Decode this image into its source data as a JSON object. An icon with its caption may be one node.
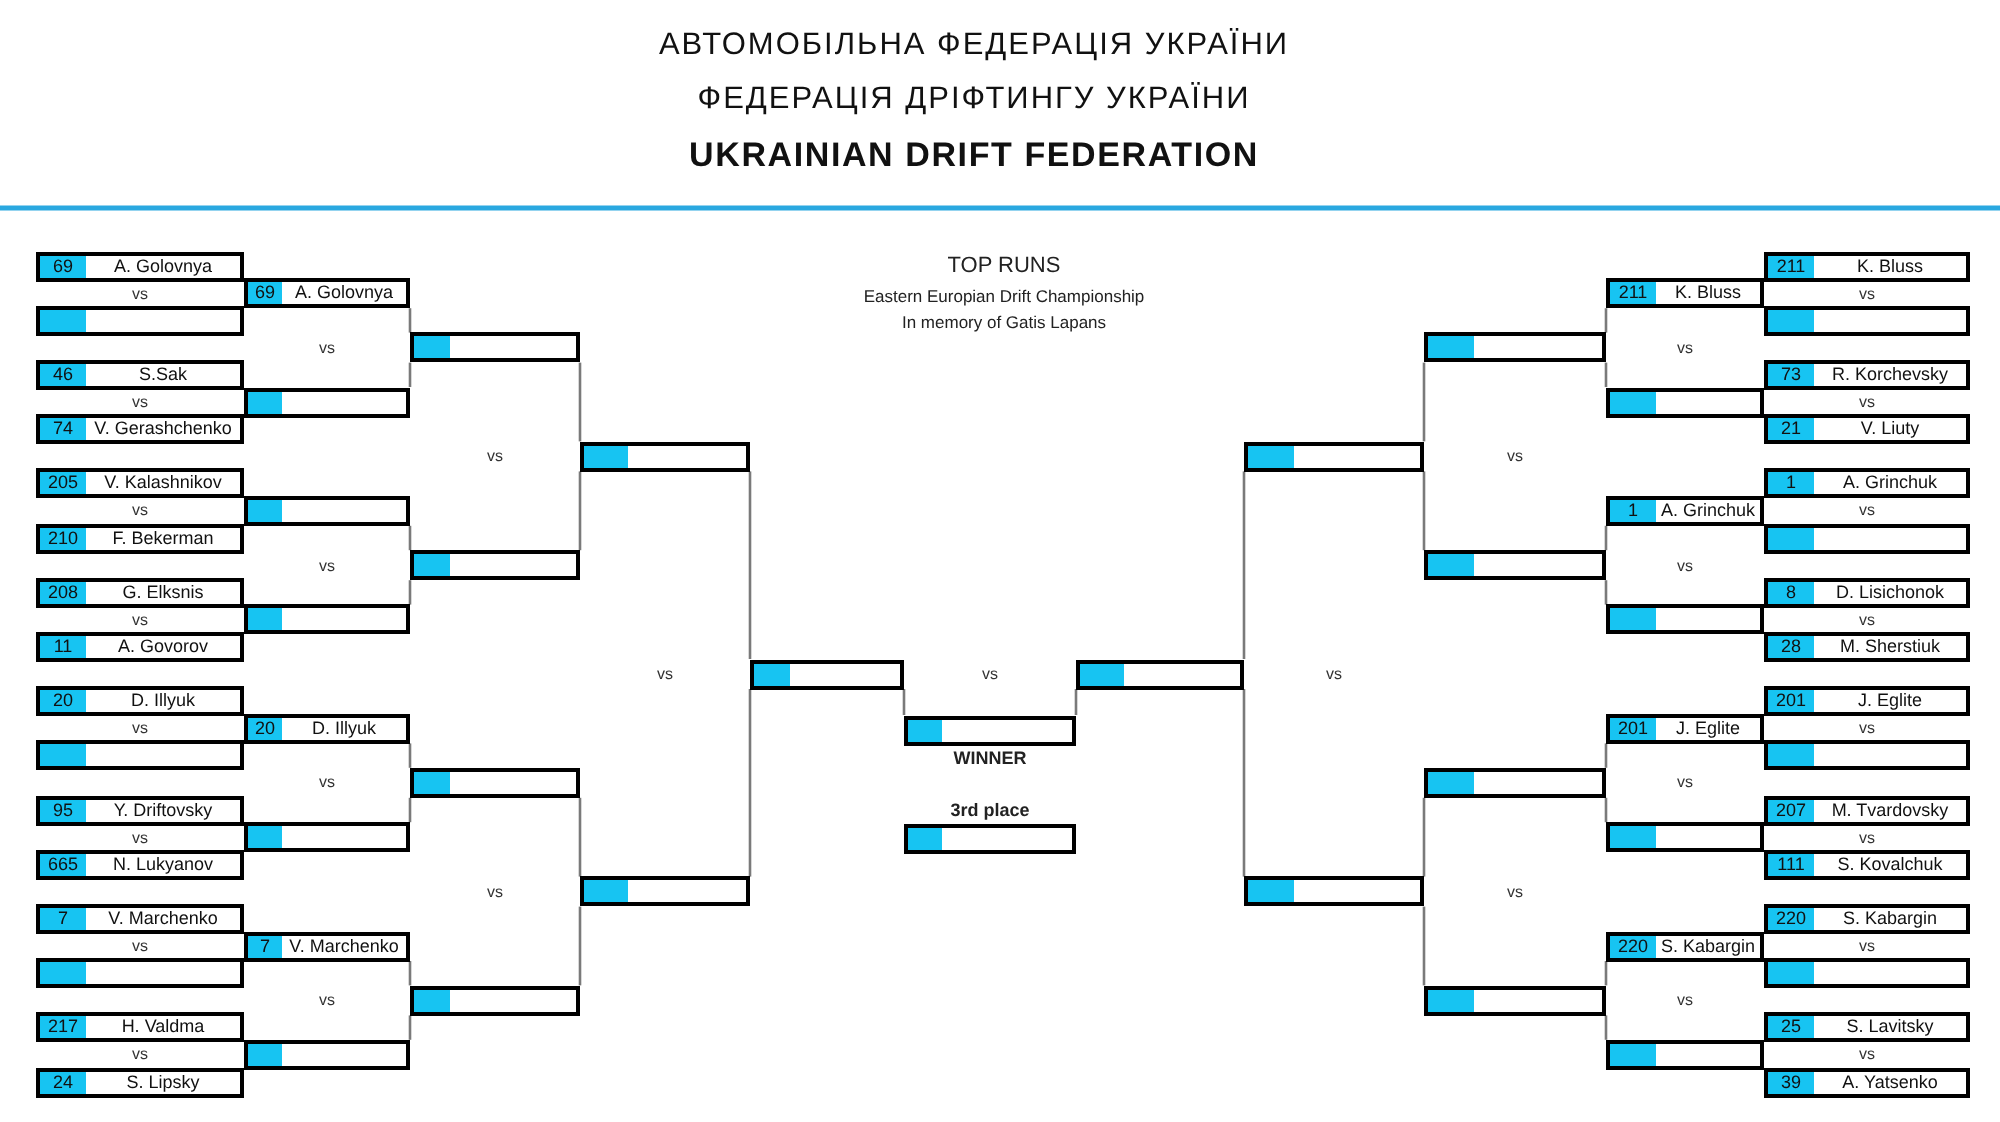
{
  "diagram": {
    "nodes": [
      {
        "text": [
          "69",
          "A. Golovnya"
        ]
      },
      {
        "text": [],
        "shape": "box"
      },
      {
        "text": [
          "46",
          "S.Sak"
        ]
      },
      {
        "text": [
          "74",
          "V. Gerashchenko"
        ]
      },
      {
        "text": [
          "205",
          "V. Kalashnikov"
        ]
      },
      {
        "text": [
          "210",
          "F. Bekerman"
        ]
      },
      {
        "text": [
          "208",
          "G. Elksnis"
        ]
      },
      {
        "text": [
          "11",
          "A. Govorov"
        ]
      },
      {
        "text": [
          "20",
          "D. Illyuk"
        ]
      },
      {
        "text": [],
        "shape": "box"
      },
      {
        "text": [
          "95",
          "Y. Driftovsky"
        ]
      },
      {
        "text": [
          "665",
          "N. Lukyanov"
        ]
      },
      {
        "text": [
          "7",
          "V. Marchenko"
        ]
      },
      {
        "text": [],
        "shape": "box"
      },
      {
        "text": [
          "217",
          "H. Valdma"
        ]
      },
      {
        "text": [
          "24",
          "S. Lipsky"
        ]
      },
      {
        "text": [
          "69",
          "A. Golovnya"
        ]
      },
      {
        "text": [],
        "shape": "box"
      },
      {
        "text": [],
        "shape": "box"
      },
      {
        "text": [],
        "shape": "box"
      },
      {
        "text": [
          "20",
          "D. Illyuk"
        ]
      },
      {
        "text": [],
        "shape": "box"
      },
      {
        "text": [
          "7",
          "V. Marchenko"
        ]
      },
      {
        "text": [],
        "shape": "box"
      },
      {
        "text": [],
        "shape": "box"
      },
      {
        "text": [],
        "shape": "box"
      },
      {
        "text": [],
        "shape": "box"
      },
      {
        "text": [],
        "shape": "box"
      },
      {
        "text": [],
        "shape": "box"
      },
      {
        "text": [],
        "shape": "box"
      },
      {
        "text": [],
        "shape": "box"
      },
      {
        "text": [
          "211",
          "K. Bluss"
        ]
      },
      {
        "text": [],
        "shape": "box"
      },
      {
        "text": [
          "73",
          "R. Korchevsky"
        ]
      },
      {
        "text": [
          "21",
          "V. Liuty"
        ]
      },
      {
        "text": [
          "1",
          "A. Grinchuk"
        ]
      },
      {
        "text": [],
        "shape": "box"
      },
      {
        "text": [
          "8",
          "D. Lisichonok"
        ]
      },
      {
        "text": [
          "28",
          "M. Sherstiuk"
        ]
      },
      {
        "text": [
          "201",
          "J. Eglite"
        ]
      },
      {
        "text": [],
        "shape": "box"
      },
      {
        "text": [
          "207",
          "M. Tvardovsky"
        ]
      },
      {
        "text": [
          "111",
          "S. Kovalchuk"
        ]
      },
      {
        "text": [
          "220",
          "S. Kabargin"
        ]
      },
      {
        "text": [],
        "shape": "box"
      },
      {
        "text": [
          "25",
          "S. Lavitsky"
        ]
      },
      {
        "text": [
          "39",
          "A. Yatsenko"
        ]
      },
      {
        "text": [
          "211",
          "K. Bluss"
        ]
      },
      {
        "text": [],
        "shape": "box"
      },
      {
        "text": [
          "1",
          "A. Grinchuk"
        ]
      },
      {
        "text": [],
        "shape": "box"
      },
      {
        "text": [
          "201",
          "J. Eglite"
        ]
      },
      {
        "text": [],
        "shape": "box"
      },
      {
        "text": [
          "220",
          "S. Kabargin"
        ]
      },
      {
        "text": [],
        "shape": "box"
      },
      {
        "text": [],
        "shape": "box"
      },
      {
        "text": [],
        "shape": "box"
      },
      {
        "text": [],
        "shape": "box"
      },
      {
        "text": [],
        "shape": "box"
      },
      {
        "text": [],
        "shape": "box"
      },
      {
        "text": [],
        "shape": "box"
      },
      {
        "text": [],
        "shape": "box"
      },
      {
        "text": [],
        "shape": "box",
        "beside": [
          "WINNER"
        ]
      },
      {
        "text": [],
        "shape": "box",
        "beside": [
          "3rd place"
        ]
      }
    ],
    "edges": [
      {
        "from": 16,
        "to": 24,
        "arrow": "none"
      },
      {
        "from": 17,
        "to": 24,
        "arrow": "none"
      },
      {
        "from": 18,
        "to": 25,
        "arrow": "none"
      },
      {
        "from": 19,
        "to": 25,
        "arrow": "none"
      },
      {
        "from": 20,
        "to": 26,
        "arrow": "none"
      },
      {
        "from": 21,
        "to": 26,
        "arrow": "none"
      },
      {
        "from": 22,
        "to": 27,
        "arrow": "none"
      },
      {
        "from": 23,
        "to": 27,
        "arrow": "none"
      },
      {
        "from": 24,
        "to": 28,
        "arrow": "none"
      },
      {
        "from": 25,
        "to": 28,
        "arrow": "none"
      },
      {
        "from": 26,
        "to": 29,
        "arrow": "none"
      },
      {
        "from": 27,
        "to": 29,
        "arrow": "none"
      },
      {
        "from": 28,
        "to": 30,
        "arrow": "none"
      },
      {
        "from": 29,
        "to": 30,
        "arrow": "none"
      },
      {
        "from": 30,
        "to": 62,
        "arrow": "none"
      },
      {
        "from": 47,
        "to": 55,
        "arrow": "none"
      },
      {
        "from": 48,
        "to": 55,
        "arrow": "none"
      },
      {
        "from": 49,
        "to": 56,
        "arrow": "none"
      },
      {
        "from": 50,
        "to": 56,
        "arrow": "none"
      },
      {
        "from": 51,
        "to": 57,
        "arrow": "none"
      },
      {
        "from": 52,
        "to": 57,
        "arrow": "none"
      },
      {
        "from": 53,
        "to": 58,
        "arrow": "none"
      },
      {
        "from": 54,
        "to": 58,
        "arrow": "none"
      },
      {
        "from": 55,
        "to": 59,
        "arrow": "none"
      },
      {
        "from": 56,
        "to": 59,
        "arrow": "none"
      },
      {
        "from": 57,
        "to": 60,
        "arrow": "none"
      },
      {
        "from": 58,
        "to": 60,
        "arrow": "none"
      },
      {
        "from": 59,
        "to": 61,
        "arrow": "none"
      },
      {
        "from": 60,
        "to": 61,
        "arrow": "none"
      },
      {
        "from": 61,
        "to": 62,
        "arrow": "none"
      }
    ],
    "labels": [
      "АВТОМОБІЛЬНА ФЕДЕРАЦІЯ УКРАЇНИ",
      "ФЕДЕРАЦІЯ ДРІФТИНГУ УКРАЇНИ",
      "UKRAINIAN DRIFT FEDERATION",
      "TOP RUNS",
      "Eastern Europian Drift Championship",
      "In memory of Gatis Lapans",
      "vs",
      "vs",
      "vs",
      "vs",
      "vs",
      "vs",
      "vs",
      "vs",
      "vs",
      "vs",
      "vs",
      "vs",
      "vs",
      "vs",
      "vs",
      "vs",
      "vs",
      "vs",
      "vs",
      "vs",
      "vs",
      "vs",
      "vs",
      "vs",
      "vs",
      "vs",
      "vs",
      "vs",
      "vs",
      "vs",
      "vs"
    ]
  }
}
